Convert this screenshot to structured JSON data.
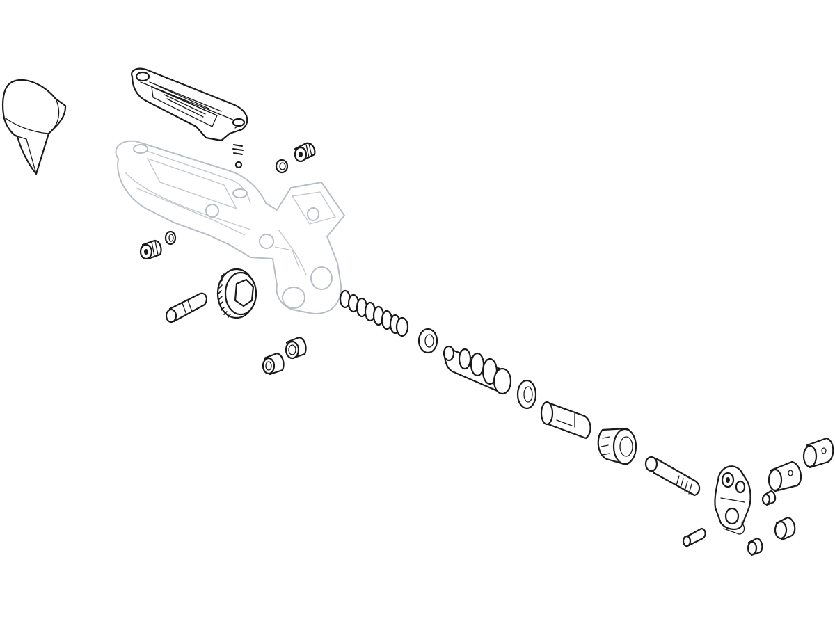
{
  "parts": [
    {
      "name": "hose-cover",
      "icon": "hose-cover-icon"
    },
    {
      "name": "reservoir-cover",
      "icon": "reservoir-cover-icon"
    },
    {
      "name": "lever-body",
      "icon": "lever-body-icon"
    },
    {
      "name": "small-spring",
      "icon": "spring-icon"
    },
    {
      "name": "bleed-screw-top",
      "icon": "bleed-screw-icon"
    },
    {
      "name": "o-ring-top",
      "icon": "o-ring-icon"
    },
    {
      "name": "bleed-screw-left",
      "icon": "bleed-screw-icon"
    },
    {
      "name": "o-ring-left",
      "icon": "o-ring-icon"
    },
    {
      "name": "pivot-pin",
      "icon": "pin-icon"
    },
    {
      "name": "adjuster-wheel",
      "icon": "knurled-wheel-icon"
    },
    {
      "name": "bushing-pair",
      "icon": "bushing-icon"
    },
    {
      "name": "return-spring",
      "icon": "spring-icon"
    },
    {
      "name": "cup-seal",
      "icon": "seal-icon"
    },
    {
      "name": "piston",
      "icon": "piston-icon"
    },
    {
      "name": "piston-seal",
      "icon": "seal-icon"
    },
    {
      "name": "cam-sleeve",
      "icon": "sleeve-icon"
    },
    {
      "name": "reach-adjuster-knob",
      "icon": "knob-icon"
    },
    {
      "name": "push-rod",
      "icon": "bolt-icon"
    },
    {
      "name": "lever-cam",
      "icon": "cam-icon"
    },
    {
      "name": "cam-pin",
      "icon": "pin-icon"
    },
    {
      "name": "cam-bushings",
      "icon": "bushing-icon"
    },
    {
      "name": "clamp-barrels",
      "icon": "barrel-icon"
    }
  ],
  "colors": {
    "line": "#1a1a1a",
    "ghost": "#b7bec6",
    "background": "#ffffff"
  }
}
